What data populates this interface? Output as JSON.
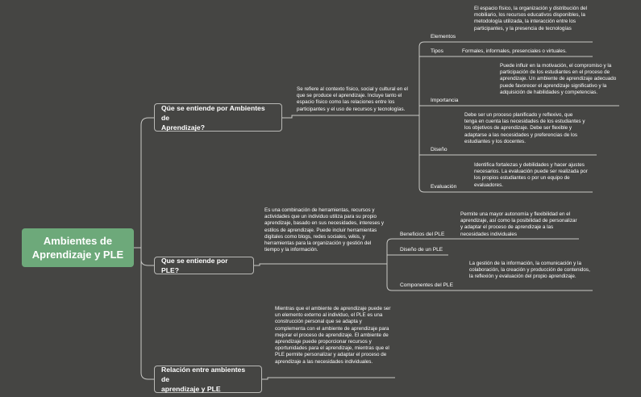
{
  "root": {
    "title_line1": "Ambientes de",
    "title_line2": "Aprendizaje y PLE"
  },
  "branches": [
    {
      "title_line1": "Qúe se entiende por  Ambientes de",
      "title_line2": "Aprendizaje?",
      "description": "Se refiere al contexto físico, social y cultural en el que se produce el aprendizaje. Incluye tanto el espacio físico como las relaciones entre los participantes y el uso de recursos y tecnologías.",
      "children": [
        {
          "label": "Elementos",
          "text": "El espacio físico, la organización y distribución del mobiliario, los recursos educativos disponibles, la metodología utilizada, la interacción entre los participantes, y la presencia de tecnologías"
        },
        {
          "label": "Tipos",
          "text": "Formales, informales, presenciales o virtuales."
        },
        {
          "label": "Importancia",
          "text": "Puede influir en la motivación, el compromiso y la participación de los estudiantes en el proceso de aprendizaje. Un ambiente de aprendizaje adecuado puede favorecer el aprendizaje significativo y la adquisición de habilidades y competencias."
        },
        {
          "label": "Diseño",
          "text": "Debe ser un proceso planificado y reflexivo, que tenga en cuenta las necesidades de los estudiantes y los objetivos de aprendizaje. Debe ser flexible y adaptarse a las necesidades y preferencias de los estudiantes y los docentes."
        },
        {
          "label": "Evaluación",
          "text": "Identifica fortalezas y debilidades y hacer ajustes necesarios. La evaluación puede ser realizada por los propios estudiantes o por un equipo de evaluadores."
        }
      ]
    },
    {
      "title_line1": "Que se entiende por PLE?",
      "title_line2": "",
      "description": "Es una combinación de herramientas, recursos y actividades que un individuo utiliza para su propio aprendizaje, basado en sus necesidades, intereses y estilos de aprendizaje. Puede incluir herramientas digitales como blogs, redes sociales, wikis, y herramientas para la organización y gestión del tiempo y la información.",
      "children": [
        {
          "label": "Beneficios del PLE",
          "text": "Permite una mayor autonomía y flexibilidad en el aprendizaje, así como la posibilidad de personalizar y adaptar el proceso de aprendizaje a las necesidades individuales"
        },
        {
          "label": "Diseño de un PLE",
          "text": ""
        },
        {
          "label": "Componentes del PLE",
          "text": "La gestión de la información, la comunicación y la colaboración, la creación y producción de contenidos, la reflexión y evaluación del propio aprendizaje."
        }
      ]
    },
    {
      "title_line1": "Relación entre ambientes de",
      "title_line2": "aprendizaje y PLE",
      "description": "Mientras que el ambiente de aprendizaje puede ser un elemento externo al individuo, el PLE es una construcción personal que se adapta y complementa con el ambiente de aprendizaje para mejorar el proceso de aprendizaje. El ambiente de aprendizaje puede proporcionar recursos y oportunidades para el aprendizaje, mientras que el PLE permite personalizar y adaptar el proceso de aprendizaje a las necesidades individuales.",
      "children": []
    }
  ],
  "colors": {
    "background": "#454543",
    "root": "#6da97a",
    "line": "#c9c9c6"
  }
}
